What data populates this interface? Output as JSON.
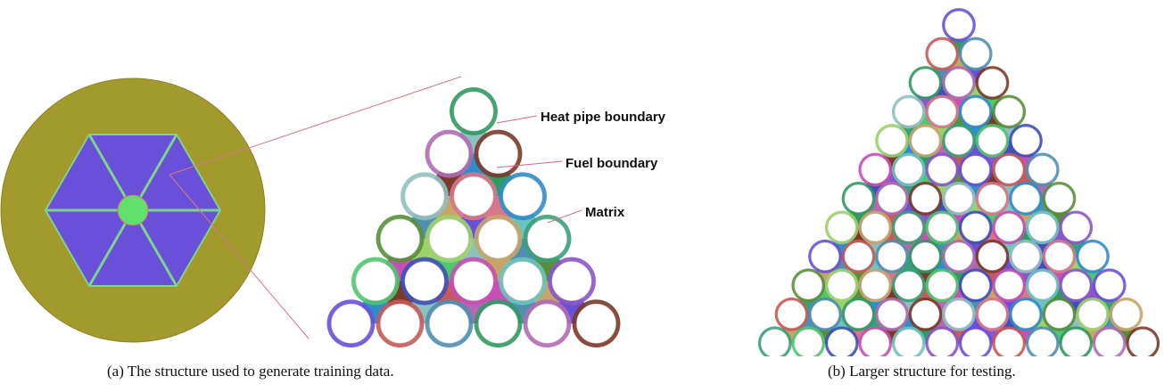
{
  "figure": {
    "labels": {
      "heat_pipe": "Heat pipe boundary",
      "fuel": "Fuel boundary",
      "matrix": "Matrix"
    },
    "captions": {
      "a": "(a) The structure used to generate training data.",
      "b": "(b) Larger structure for testing."
    },
    "colors": {
      "reactor_outer": "#a39a2e",
      "reactor_core": "#6a4fd8",
      "core_lines": "#7fd38a",
      "center_circle": "#62e06e",
      "zoom_lines": "#d7778a",
      "label_lines": "#d76a7e",
      "mesh_palette": [
        "#c7a56a",
        "#6cc3c0",
        "#2f9a62",
        "#2e8ec9",
        "#4fc66f",
        "#6a4fd8",
        "#7a3b2a",
        "#9bd36a",
        "#c84fb5",
        "#4f8fb0",
        "#d7778a",
        "#3aa07a",
        "#8a56c8",
        "#b06bb0",
        "#5a8f3a",
        "#3f50b8",
        "#c75a5a",
        "#8fc0c0"
      ]
    },
    "lattice": {
      "small_rows": 6,
      "large_rows": 12
    }
  }
}
